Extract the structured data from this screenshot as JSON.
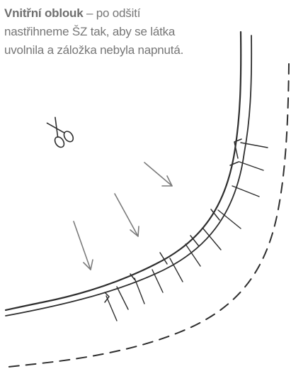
{
  "caption": {
    "term": "Vnitřní oblouk",
    "line1_rest": " – po odšití",
    "line2": "nastřihneme ŠZ tak, aby se látka",
    "line3": "uvolnila a záložka nebyla napnutá."
  },
  "icons": {
    "scissors": "scissors-icon",
    "arrows": "arrow-icon"
  },
  "colors": {
    "text": "#767676",
    "pencil": "#2e2e2e",
    "arrow": "#7b7b7b"
  }
}
